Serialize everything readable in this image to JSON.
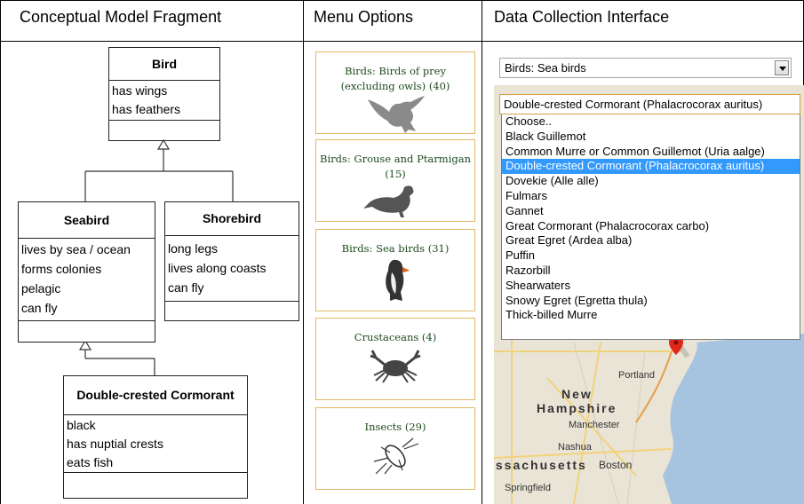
{
  "headers": {
    "model": "Conceptual Model Fragment",
    "menu": "Menu Options",
    "data": "Data Collection Interface"
  },
  "uml": {
    "bird": {
      "name": "Bird",
      "attrs": [
        "has wings",
        "has feathers"
      ]
    },
    "seabird": {
      "name": "Seabird",
      "attrs": [
        "lives by sea / ocean",
        "forms colonies",
        "pelagic",
        "can fly"
      ]
    },
    "shorebird": {
      "name": "Shorebird",
      "attrs": [
        "long legs",
        "lives along coasts",
        "can fly"
      ]
    },
    "cormorant": {
      "name": "Double-crested Cormorant",
      "attrs": [
        "black",
        "has nuptial crests",
        "eats fish"
      ]
    }
  },
  "menu": {
    "cards": [
      {
        "label": "Birds: Birds of prey (excluding owls) (40)",
        "icon": "eagle-icon"
      },
      {
        "label": "Birds: Grouse and Ptarmigan (15)",
        "icon": "grouse-icon"
      },
      {
        "label": "Birds: Sea birds (31)",
        "icon": "puffin-icon"
      },
      {
        "label": "Crustaceans (4)",
        "icon": "crab-icon"
      },
      {
        "label": "Insects (29)",
        "icon": "insect-icon"
      }
    ]
  },
  "data_interface": {
    "category_select": "Birds: Sea birds",
    "species_select": "Double-crested Cormorant (Phalacrocorax auritus)",
    "options": [
      "Choose..",
      "Black Guillemot",
      "Common Murre or Common Guillemot (Uria aalge)",
      "Double-crested Cormorant (Phalacrocorax auritus)",
      "Dovekie (Alle alle)",
      "Fulmars",
      "Gannet",
      "Great Cormorant (Phalacrocorax carbo)",
      "Great Egret (Ardea alba)",
      "Puffin",
      "Razorbill",
      "Shearwaters",
      "Snowy Egret (Egretta thula)",
      "Thick-billed Murre"
    ],
    "selected_index": 3,
    "map_labels": {
      "portland": "Portland",
      "new": "New",
      "hampshire": "Hampshire",
      "manchester": "Manchester",
      "nashua": "Nashua",
      "massachusetts": "ıssachusetts",
      "boston": "Boston",
      "springfield": "Springfield"
    }
  },
  "colors": {
    "card_border": "#e2b765",
    "card_text": "#1d4c1d",
    "selected_option": "#3299fd",
    "map_water": "#a6c3e0",
    "map_land": "#e9e4d6"
  }
}
